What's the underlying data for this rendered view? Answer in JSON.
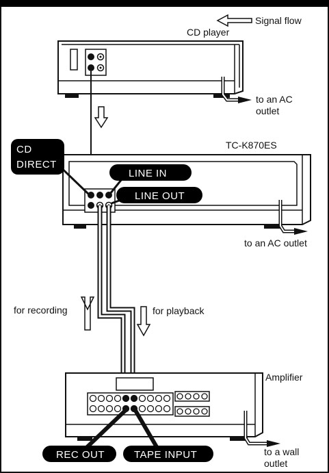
{
  "labels": {
    "signal_flow": "Signal flow",
    "cd_player": "CD player",
    "to_ac_outlet_1_line1": "to an AC",
    "to_ac_outlet_1_line2": "outlet",
    "tape_deck_model": "TC-K870ES",
    "cd_direct_line1": "CD",
    "cd_direct_line2": "DIRECT",
    "line_in": "LINE IN",
    "line_out": "LINE OUT",
    "to_ac_outlet_2": "to an AC outlet",
    "for_recording": "for recording",
    "for_playback": "for playback",
    "amplifier": "Amplifier",
    "rec_out": "REC OUT",
    "tape_input": "TAPE INPUT",
    "to_wall_outlet_line1": "to a wall",
    "to_wall_outlet_line2": "outlet"
  },
  "colors": {
    "ink": "#111111",
    "paper": "#ffffff",
    "header_bar": "#000000"
  },
  "icons": {
    "signal_arrow": "hollow-arrow-left-icon",
    "flow_down": "hollow-arrow-down-icon",
    "flow_up": "hollow-arrow-up-icon",
    "plug": "ac-plug-icon"
  }
}
